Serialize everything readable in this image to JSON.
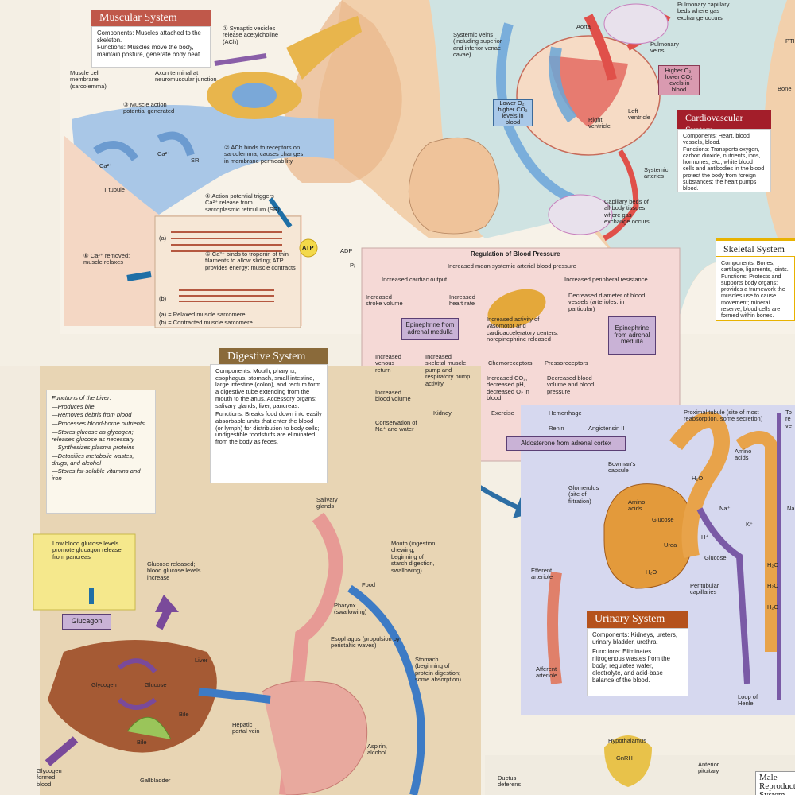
{
  "muscular": {
    "header": "Muscular System",
    "components": "Components: Muscles attached to the skeleton.",
    "functions": "Functions: Muscles move the body, maintain posture, generate body heat.",
    "labels": {
      "synaptic": "① Synaptic vesicles release acetylcholine (ACh)",
      "axon": "Axon terminal at neuromuscular junction",
      "membrane": "Muscle cell membrane (sarcolemma)",
      "action": "③ Muscle action potential generated",
      "ach": "② ACh binds to receptors on sarcolemma; causes changes in membrane permeability",
      "sr": "SR",
      "ttubule": "T tubule",
      "triggers": "④ Action potential triggers Ca²⁺ release from sarcoplasmic reticulum (SR)",
      "removed": "⑥ Ca²⁺ removed; muscle relaxes",
      "ca1": "Ca²⁺",
      "ca2": "Ca²⁺",
      "binds": "⑤ Ca²⁺ binds to troponin of thin filaments to allow sliding; ATP provides energy; muscle contracts",
      "a": "(a)",
      "b": "(b)",
      "legend_a": "(a) = Relaxed muscle sarcomere",
      "legend_b": "(b) = Contracted muscle sarcomere",
      "atp": "ATP",
      "adp": "ADP",
      "pi": "Pᵢ"
    }
  },
  "cardio": {
    "header": "Cardiovascular System",
    "components": "Components: Heart, blood vessels, blood.",
    "functions": "Functions: Transports oxygen, carbon dioxide, nutrients, ions, hormones, etc.; white blood cells and antibodies in the blood protect the body from foreign substances; the heart pumps blood.",
    "labels": {
      "pulmonary_beds": "Pulmonary capillary beds where gas exchange occurs",
      "aorta": "Aorta",
      "pulmonary_veins": "Pulmonary veins",
      "systemic_veins": "Systemic veins (including superior and inferior venae cavae)",
      "higher_o2": "Higher O₂, lower CO₂ levels in blood",
      "lower_o2": "Lower O₂, higher CO₂ levels in blood",
      "right_ventricle": "Right ventricle",
      "left_ventricle": "Left ventricle",
      "systemic_arteries": "Systemic arteries",
      "capillary_beds": "Capillary beds of all body tissues where gas exchange occurs"
    }
  },
  "skeletal": {
    "header": "Skeletal System",
    "components": "Components: Bones, cartilage, ligaments, joints.",
    "functions": "Functions: Protects and supports body organs; provides a framework the muscles use to cause movement; mineral reserve; blood cells are formed within bones.",
    "bone": "Bone",
    "pth": "PTH"
  },
  "bp": {
    "title": "Regulation of Blood Pressure",
    "nodes": {
      "mean": "Increased mean systemic arterial blood pressure",
      "output": "Increased cardiac output",
      "resistance": "Increased peripheral resistance",
      "stroke": "Increased stroke volume",
      "heart_rate": "Increased heart rate",
      "decreased_diameter": "Decreased diameter of blood vessels (arterioles, in particular)",
      "epi1": "Epinephrine from adrenal medulla",
      "epi2": "Epinephrine from adrenal medulla",
      "vasomotor": "Increased activity of vasomotor and cardioacceleratory centers; norepinephrine released",
      "venous": "Increased venous return",
      "skeletal_pump": "Increased skeletal muscle pump and respiratory pump activity",
      "chemo": "Chemoreceptors",
      "presso": "Pressoreceptors",
      "co2": "Increased CO₂, decreased pH, decreased O₂ in blood",
      "decreased_volume": "Decreased blood volume and blood pressure",
      "blood_volume": "Increased blood volume",
      "exercise": "Exercise",
      "hemorrhage": "Hemorrhage",
      "conservation": "Conservation of Na⁺ and water",
      "kidney": "Kidney",
      "renin": "Renin",
      "angiotensin": "Angiotensin II",
      "aldosterone": "Aldosterone from adrenal cortex"
    }
  },
  "digestive": {
    "header": "Digestive System",
    "components": "Components: Mouth, pharynx, esophagus, stomach, small intestine, large intestine (colon), and rectum form a digestive tube extending from the mouth to the anus. Accessory organs: salivary glands, liver, pancreas.",
    "functions": "Functions: Breaks food down into easily absorbable units that enter the blood (or lymph) for distribution to body cells; undigestible foodstuffs are eliminated from the body as feces.",
    "liver_title": "Functions of the Liver:",
    "liver_items": [
      "—Produces bile",
      "—Removes debris from blood",
      "—Processes blood-borne nutrients",
      "—Stores glucose as glycogen; releases glucose as necessary",
      "—Synthesizes plasma proteins",
      "—Detoxifies metabolic wastes, drugs, and alcohol",
      "—Stores fat-soluble vitamins and iron"
    ],
    "low_glucose": "Low blood glucose levels promote glucagon release from pancreas",
    "glucagon": "Glucagon",
    "glucose_released": "Glucose released; blood glucose levels increase",
    "labels": {
      "salivary": "Salivary glands",
      "mouth": "Mouth (ingestion, chewing, beginning of starch digestion, swallowing)",
      "food": "Food",
      "pharynx": "Pharynx (swallowing)",
      "esophagus": "Esophagus (propulsion by peristaltic waves)",
      "liver": "Liver",
      "glycogen": "Glycogen",
      "glucose": "Glucose",
      "stomach": "Stomach (beginning of protein digestion; some absorption)",
      "hepatic": "Hepatic portal vein",
      "bile1": "Bile",
      "bile2": "Bile",
      "gallbladder": "Gallbladder",
      "aspirin": "Aspirin, alcohol",
      "glycogen_formed": "Glycogen formed; blood"
    }
  },
  "urinary": {
    "header": "Urinary System",
    "components": "Components: Kidneys, ureters, urinary bladder, urethra.",
    "functions": "Functions: Eliminates nitrogenous wastes from the body; regulates water, electrolyte, and acid-base balance of the blood.",
    "labels": {
      "proximal": "Proximal tubule (site of most reabsorption, some secretion)",
      "to": "To re ve",
      "amino1": "Amino acids",
      "amino2": "Amino acids",
      "bowman": "Bowman's capsule",
      "glomerulus": "Glomerulus (site of filtration)",
      "glucose1": "Glucose",
      "glucose2": "Glucose",
      "urea": "Urea",
      "h2o_a": "H₂O",
      "h2o_b": "H₂O",
      "h2o_c": "H₂O",
      "h2o_d": "H₂O",
      "h2o_e": "H₂O",
      "na": "Na⁺",
      "na2": "Na",
      "k": "K⁺",
      "h": "H⁺",
      "efferent": "Efferent arteriole",
      "peritubular": "Peritubular capillaries",
      "afferent": "Afferent arteriole",
      "henle": "Loop of Henle"
    }
  },
  "reproductive": {
    "header": "Male Reproductive System",
    "hypothalamus": "Hypothalamus",
    "gnrh": "GnRH",
    "pituitary": "Anterior pituitary",
    "ductus": "Ductus deferens"
  },
  "colors": {
    "muscular_header": "#c0584a",
    "cardio_header": "#a31e2a",
    "digestive_header": "#8a6a3a",
    "urinary_header": "#b5521c",
    "skeletal_header": "#e8b200",
    "purple_box": "#c9b2d6"
  }
}
